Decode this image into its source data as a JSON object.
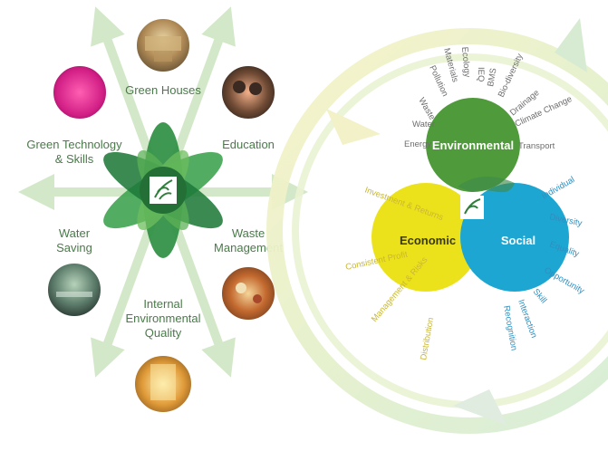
{
  "left_diagram": {
    "center_logo_glyph": "leaf-emblem",
    "categories": [
      {
        "id": "green-houses",
        "label_lines": [
          "Green Houses"
        ]
      },
      {
        "id": "education",
        "label_lines": [
          "Education"
        ]
      },
      {
        "id": "green-technology",
        "label_lines": [
          "Green Technology",
          "& Skills"
        ]
      },
      {
        "id": "water-saving",
        "label_lines": [
          "Water",
          "Saving"
        ]
      },
      {
        "id": "waste-management",
        "label_lines": [
          "Waste",
          "Management"
        ]
      },
      {
        "id": "internal-environmental-quality",
        "label_lines": [
          "Internal",
          "Environmental",
          "Quality"
        ]
      }
    ]
  },
  "right_diagram": {
    "circles": {
      "environmental": "Environmental",
      "economic": "Economic",
      "social": "Social"
    },
    "environmental_terms": [
      "Energy",
      "Water",
      "Waste",
      "Pollution",
      "Materials",
      "Ecology",
      "IEQ",
      "BMS",
      "Bio-diversity",
      "Drainage",
      "Climate Change",
      "Transport"
    ],
    "economic_terms": [
      "Investment & Returns",
      "Consistent Profit",
      "Management & Risks",
      "Distribution"
    ],
    "social_terms": [
      "Individual",
      "Diversity",
      "Equality",
      "Opportunity",
      "Skill",
      "Interaction",
      "Recognition"
    ]
  },
  "colors": {
    "leaf_dark": "#1f7a3a",
    "leaf_mid": "#3ea24f",
    "leaf_light": "#7cc36a",
    "arrow": "#cfe6c4",
    "env": "#4f9a3a",
    "eco": "#ece21c",
    "soc": "#1ea6d2",
    "swirl": "#dfeec2",
    "text_gray": "#6d6d6d",
    "text_yellow": "#c9b733",
    "text_blue": "#2f8fc0"
  }
}
